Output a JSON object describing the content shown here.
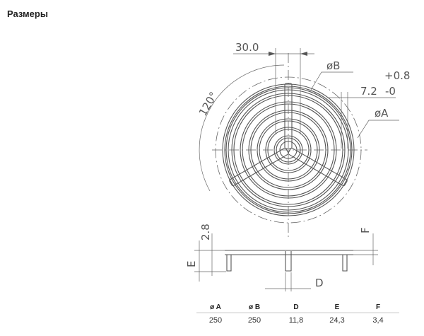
{
  "title": "Размеры",
  "drawing": {
    "dim_30": "30.0",
    "dim_b": "øB",
    "dim_tol_plus": "+0.8",
    "dim_72": "7.2",
    "dim_tol_minus": "-0",
    "dim_a": "øA",
    "angle": "120°",
    "dim_28": "2.8",
    "dim_e": "E",
    "dim_f": "F",
    "dim_d": "D"
  },
  "table": {
    "headers": [
      "ø A",
      "ø B",
      "D",
      "E",
      "F"
    ],
    "values": [
      "250",
      "250",
      "11,8",
      "24,3",
      "3,4"
    ]
  }
}
